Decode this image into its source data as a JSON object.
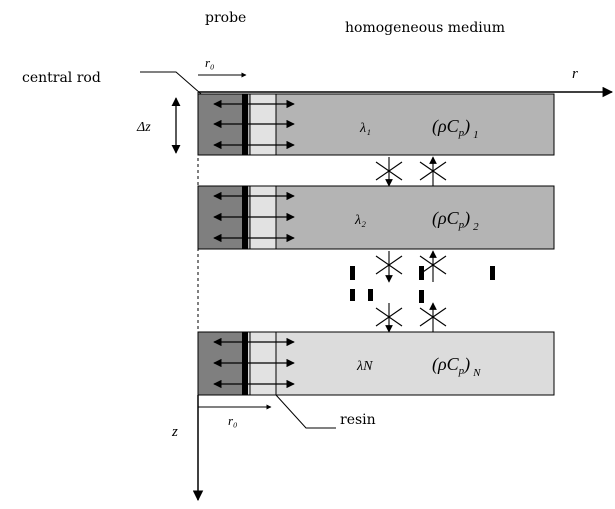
{
  "labels": {
    "probe": "probe",
    "medium": "homogeneous medium",
    "central_rod": "central rod",
    "resin": "resin",
    "r_axis": "r",
    "z_axis": "z",
    "dz": "Δz",
    "r0_top": "r₀",
    "r0_bottom": "r₀"
  },
  "layers": [
    {
      "lambda": "λ₁",
      "rho": "(ρC",
      "rho_sub": "p",
      "rho_close": ")",
      "index": "1"
    },
    {
      "lambda": "λ₂",
      "rho": "(ρC",
      "rho_sub": "p",
      "rho_close": ")",
      "index": "2"
    },
    {
      "lambda": "λN",
      "rho": "(ρC",
      "rho_sub": "p",
      "rho_close": ")",
      "index": "N"
    }
  ],
  "colors": {
    "probe_core": "#7f7f7f",
    "layer_fill": "#b4b4b4",
    "layer_fill_light": "#dcdcdc",
    "resin": "#e2e2e2",
    "ink": "#000000"
  }
}
